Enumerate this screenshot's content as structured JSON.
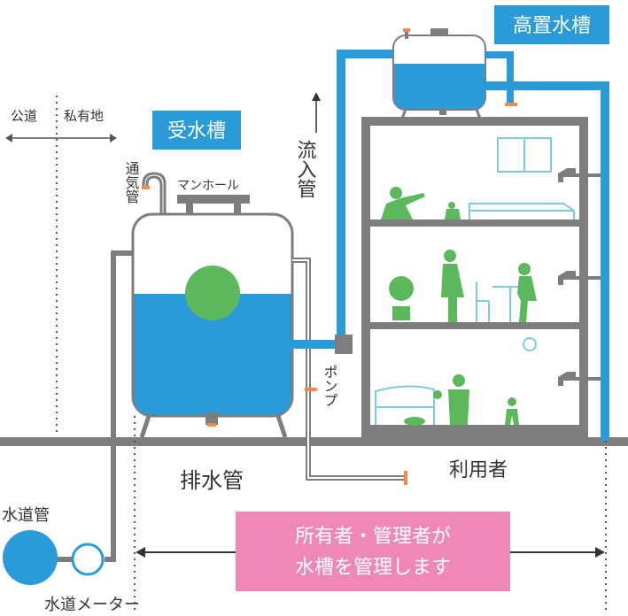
{
  "labels": {
    "public_road": "公道",
    "private_land": "私有地",
    "receiving_tank": "受水槽",
    "elevated_tank": "高置水槽",
    "vent_pipe": "通気管",
    "manhole": "マンホール",
    "inflow_pipe": "流入管",
    "pump": "ポンプ",
    "drain_pipe": "排水管",
    "users": "利用者",
    "water_main": "水道管",
    "water_meter": "水道メーター",
    "management_line1": "所有者・管理者が",
    "management_line2": "水槽を管理します"
  },
  "colors": {
    "water": "#2b9ad9",
    "structure": "#7d7d7d",
    "people": "#5cb85c",
    "callout": "#ee88b7",
    "valve": "#f08a4b"
  }
}
